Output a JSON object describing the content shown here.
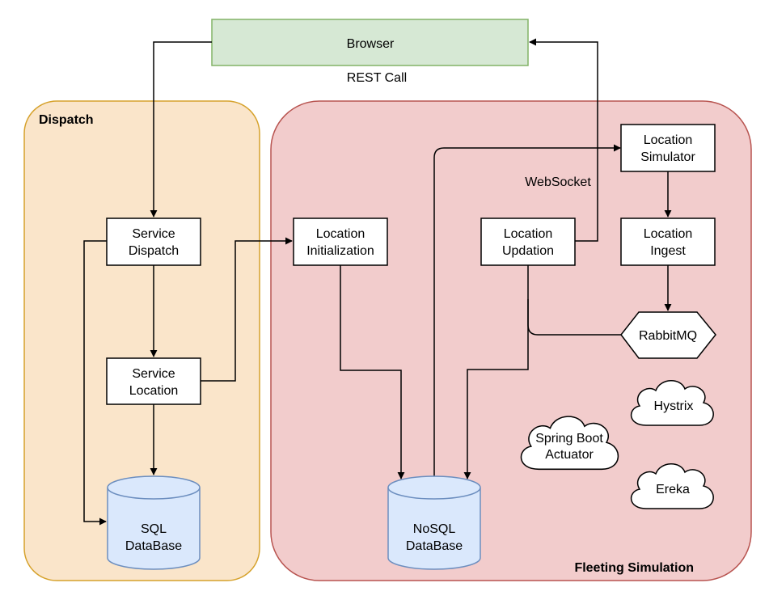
{
  "groups": {
    "dispatch": {
      "label": "Dispatch",
      "fill": "#fae5ca",
      "stroke": "#d6a22c"
    },
    "fleeting": {
      "label": "Fleeting Simulation",
      "fill": "#f2cccc",
      "stroke": "#b85450"
    }
  },
  "nodes": {
    "browser": {
      "label": "Browser",
      "fill": "#d6e8d4",
      "stroke": "#82b366"
    },
    "service_dispatch": {
      "line1": "Service",
      "line2": "Dispatch"
    },
    "service_location": {
      "line1": "Service",
      "line2": "Location"
    },
    "sql_db": {
      "line1": "SQL",
      "line2": "DataBase",
      "fill": "#dae8fc",
      "stroke": "#6c8ebf"
    },
    "location_init": {
      "line1": "Location",
      "line2": "Initialization"
    },
    "location_updation": {
      "line1": "Location",
      "line2": "Updation"
    },
    "location_simulator": {
      "line1": "Location",
      "line2": "Simulator"
    },
    "location_ingest": {
      "line1": "Location",
      "line2": "Ingest"
    },
    "rabbitmq": {
      "label": "RabbitMQ"
    },
    "nosql_db": {
      "line1": "NoSQL",
      "line2": "DataBase",
      "fill": "#dae8fc",
      "stroke": "#6c8ebf"
    },
    "hystrix": {
      "label": "Hystrix"
    },
    "spring_boot_actuator": {
      "line1": "Spring Boot",
      "line2": "Actuator"
    },
    "ereka": {
      "label": "Ereka"
    }
  },
  "edge_labels": {
    "rest_call": "REST Call",
    "websocket": "WebSocket"
  }
}
